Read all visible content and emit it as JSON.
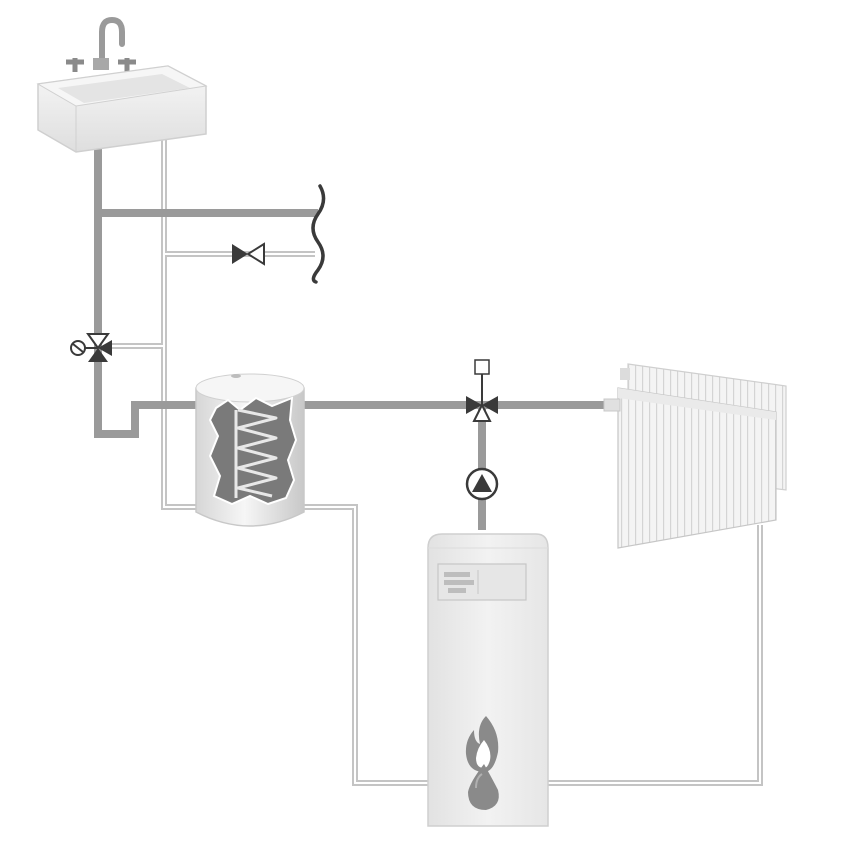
{
  "diagram": {
    "components": [
      {
        "name": "sink",
        "icon": "sink-icon"
      },
      {
        "name": "cold-water-supply",
        "icon": "wavy-break-icon"
      },
      {
        "name": "shutoff-valve",
        "icon": "valve-icon"
      },
      {
        "name": "thermostatic-mixing-valve",
        "icon": "mixing-valve-icon"
      },
      {
        "name": "hot-water-cylinder",
        "icon": "cylinder-coil-icon"
      },
      {
        "name": "three-way-diverter-valve",
        "icon": "diverter-valve-icon"
      },
      {
        "name": "circulation-pump",
        "icon": "pump-icon"
      },
      {
        "name": "radiator",
        "icon": "radiator-icon"
      },
      {
        "name": "boiler",
        "icon": "boiler-icon"
      },
      {
        "name": "gas-flame",
        "icon": "flame-icon"
      },
      {
        "name": "oil-drop",
        "icon": "oil-drop-icon"
      }
    ],
    "colors": {
      "pipe_dark": "#9a9a9a",
      "pipe_light": "#c4c4c4",
      "symbol_dark": "#3a3a3a",
      "appliance": "#eeeeee",
      "appliance_edge": "#cfcfcf",
      "background": "#ffffff"
    }
  }
}
